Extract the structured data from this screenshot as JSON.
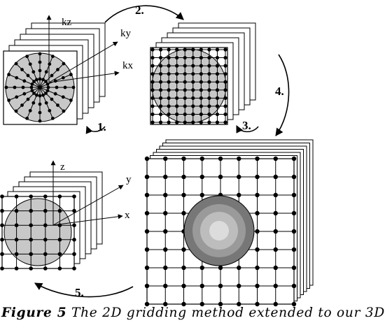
{
  "caption": {
    "prefix": "Figure 5",
    "text": "The 2D gridding method extended to our 3D"
  },
  "panels": {
    "radial": {
      "axes": [
        "kz",
        "ky",
        "kx"
      ]
    },
    "cartesian": {
      "axes": []
    },
    "large": {
      "axes": []
    },
    "image": {
      "axes": [
        "z",
        "y",
        "x"
      ]
    }
  },
  "steps": [
    "1.",
    "2.",
    "3.",
    "4.",
    "5."
  ],
  "colors": {
    "disk_fill": "#c8c8c8",
    "ring_dark": "#777777",
    "ring_mid": "#9a9a9a",
    "ring_light": "#bdbdbd",
    "center": "#dcdcdc",
    "stroke": "#000000"
  }
}
